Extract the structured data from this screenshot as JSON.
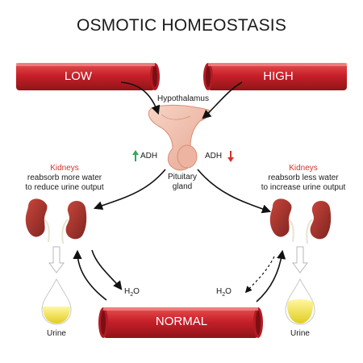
{
  "title": "OSMOTIC HOMEOSTASIS",
  "vessels": {
    "low": "LOW",
    "high": "HIGH",
    "normal": "NORMAL"
  },
  "brain": {
    "hypothalamus": "Hypothalamus",
    "pituitary_line1": "Pituitary",
    "pituitary_line2": "gland",
    "adh_left": "ADH",
    "adh_right": "ADH"
  },
  "left_kidneys": {
    "title": "Kidneys",
    "line1": "reabsorb more water",
    "line2": "to reduce urine output",
    "urine": "Urine",
    "water": "H",
    "water_sub": "2",
    "water_tail": "O"
  },
  "right_kidneys": {
    "title": "Kidneys",
    "line1": "reabsorb less water",
    "line2": "to increase urine output",
    "urine": "Urine",
    "water": "H",
    "water_sub": "2",
    "water_tail": "O"
  },
  "colors": {
    "vessel_red": "#c8202a",
    "kidney_red": "#a5312b",
    "gland_pink": "#f1c3b1",
    "urine_yellow": "#ece04a",
    "arrow_up_green": "#3aa35a",
    "arrow_down_red": "#d6322c"
  }
}
